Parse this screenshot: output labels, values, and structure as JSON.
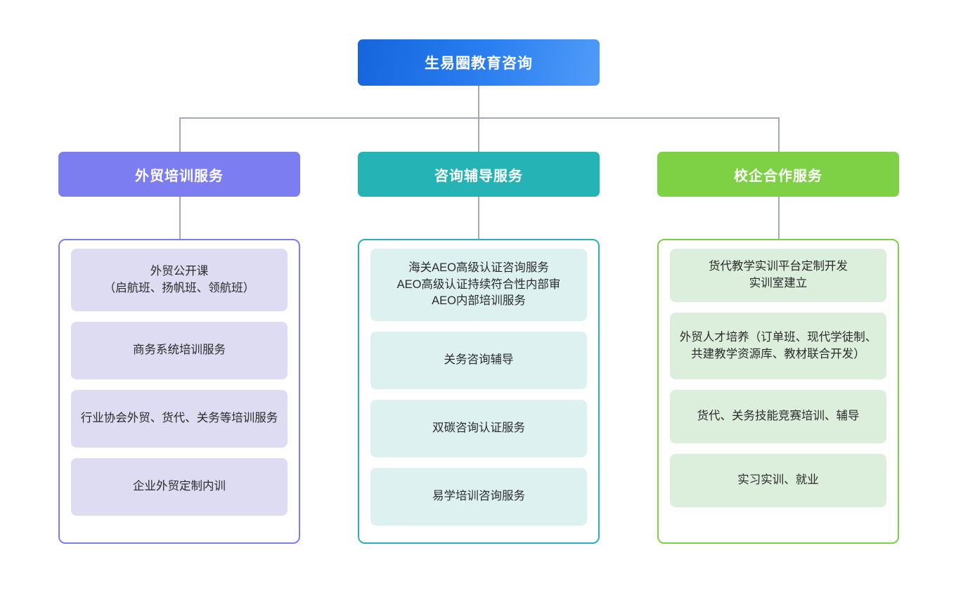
{
  "root": {
    "label": "生易圈教育咨询",
    "color": "#2a7ef0"
  },
  "columns": [
    {
      "key": "col1",
      "title": "外贸培训服务",
      "header_color": "#7b7df0",
      "item_color": "#dedcf2",
      "items": [
        {
          "text": "外贸公开课\n（启航班、扬帆班、领航班）"
        },
        {
          "text": "商务系统培训服务"
        },
        {
          "text": "行业协会外贸、货代、关务等培训服务"
        },
        {
          "text": "企业外贸定制内训"
        }
      ]
    },
    {
      "key": "col2",
      "title": "咨询辅导服务",
      "header_color": "#26b3b5",
      "item_color": "#ddf1f1",
      "items": [
        {
          "text": "海关AEO高级认证咨询服务\nAEO高级认证持续符合性内部审\nAEO内部培训服务"
        },
        {
          "text": "关务咨询辅导"
        },
        {
          "text": "双碳咨询认证服务"
        },
        {
          "text": "易学培训咨询服务"
        }
      ]
    },
    {
      "key": "col3",
      "title": "校企合作服务",
      "header_color": "#7ed045",
      "item_color": "#dcefdc",
      "items": [
        {
          "text": "货代教学实训平台定制开发\n实训室建立"
        },
        {
          "text": "外贸人才培养（订单班、现代学徒制、共建教学资源库、教材联合开发）"
        },
        {
          "text": "货代、关务技能竞赛培训、辅导"
        },
        {
          "text": "实习实训、就业"
        }
      ]
    }
  ],
  "connector": {
    "color": "#a3a9b5"
  }
}
